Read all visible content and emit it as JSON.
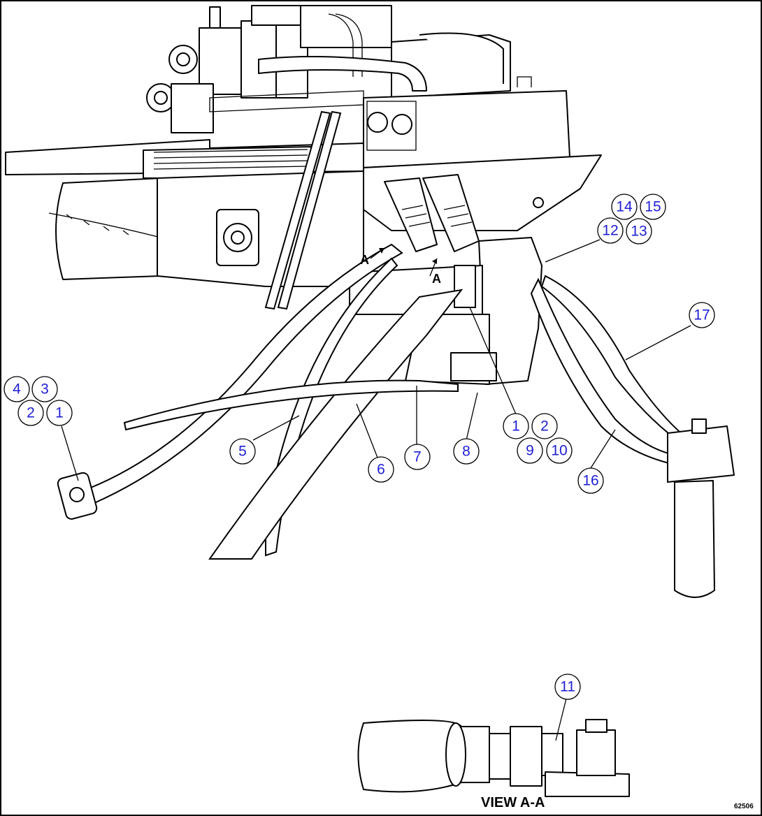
{
  "callouts": [
    {
      "id": "c1",
      "label": "14"
    },
    {
      "id": "c2",
      "label": "15"
    },
    {
      "id": "c3",
      "label": "12"
    },
    {
      "id": "c4",
      "label": "13"
    },
    {
      "id": "c5",
      "label": "17"
    },
    {
      "id": "c6",
      "label": "4"
    },
    {
      "id": "c7",
      "label": "3"
    },
    {
      "id": "c8",
      "label": "2"
    },
    {
      "id": "c9",
      "label": "1"
    },
    {
      "id": "c10",
      "label": "1"
    },
    {
      "id": "c11",
      "label": "2"
    },
    {
      "id": "c12",
      "label": "9"
    },
    {
      "id": "c13",
      "label": "10"
    },
    {
      "id": "c14",
      "label": "5"
    },
    {
      "id": "c15",
      "label": "6"
    },
    {
      "id": "c16",
      "label": "7"
    },
    {
      "id": "c17",
      "label": "8"
    },
    {
      "id": "c18",
      "label": "16"
    },
    {
      "id": "c19",
      "label": "11"
    }
  ],
  "section_marks": [
    "A",
    "A"
  ],
  "view_label": "VIEW A-A",
  "drawing_number": "62506"
}
